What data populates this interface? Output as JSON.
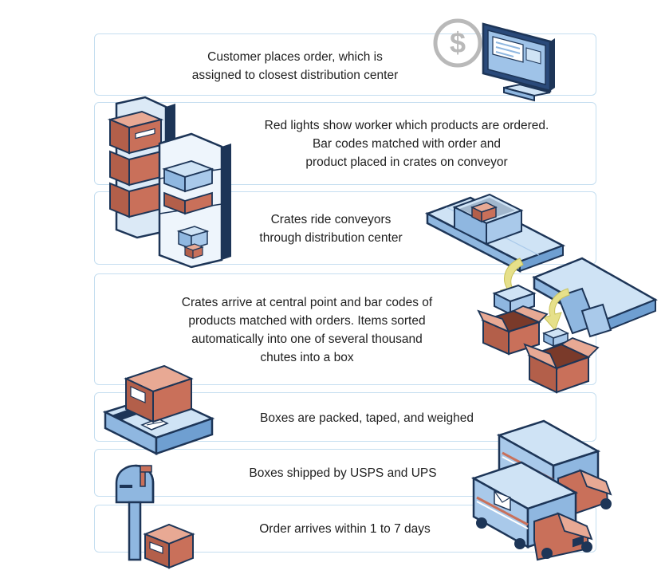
{
  "steps": [
    {
      "lines": [
        "Customer places order, which is",
        "assigned to closest distribution center"
      ]
    },
    {
      "lines": [
        "Red lights show worker which products are ordered.",
        "Bar codes matched with order and",
        "product placed in crates on conveyor"
      ]
    },
    {
      "lines": [
        "Crates ride conveyors",
        "through distribution center"
      ]
    },
    {
      "lines": [
        "Crates arrive at central point and bar codes of",
        "products matched with orders. Items sorted",
        "automatically into one of  several thousand",
        "chutes into a box"
      ]
    },
    {
      "lines": [
        "Boxes are packed, taped, and weighed"
      ]
    },
    {
      "lines": [
        "Boxes shipped by USPS and UPS"
      ]
    },
    {
      "lines": [
        "Order arrives within 1 to 7 days"
      ]
    }
  ],
  "colors": {
    "outline": "#1d3557",
    "box_front": "#c9705a",
    "box_top": "#e8a994",
    "blue_light": "#cfe3f5",
    "blue_mid": "#8fb7e0",
    "arrow": "#e6e08a",
    "stroke_light": "#c5def0"
  },
  "icons": [
    "computer-dollar-icon",
    "shelving-boxes-icon",
    "conveyor-crates-icon",
    "sorting-conveyor-icon",
    "scale-box-icon",
    "mailbox-icon",
    "delivery-trucks-icon"
  ]
}
